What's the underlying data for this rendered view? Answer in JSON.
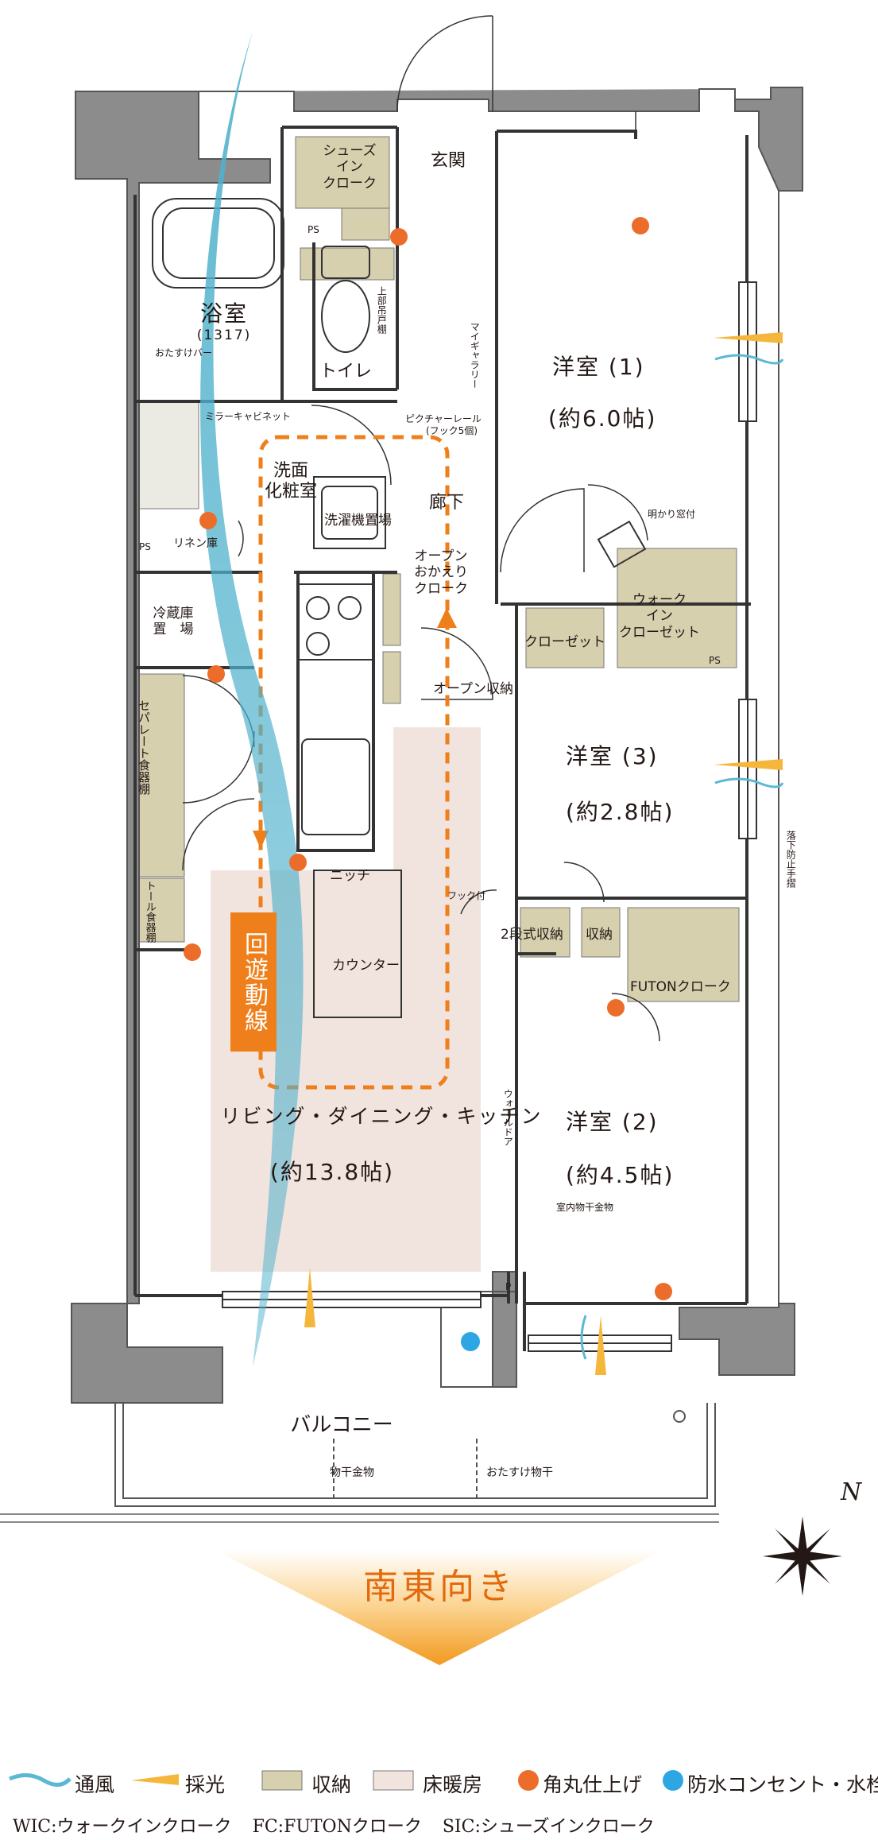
{
  "rooms": {
    "bath": {
      "name": "浴室",
      "size": "(1317)"
    },
    "toilet": "トイレ",
    "entrance": "玄関",
    "sic": [
      "シューズ",
      "イン",
      "クローク"
    ],
    "washroom": [
      "洗面",
      "化粧室"
    ],
    "laundry": "洗濯機置場",
    "hallway": "廊下",
    "ldk": {
      "name": "リビング・ダイニング・キッチン",
      "size": "(約13.8帖)"
    },
    "room1": {
      "name": "洋室 (1)",
      "size": "(約6.0帖)"
    },
    "room2": {
      "name": "洋室 (2)",
      "size": "(約4.5帖)"
    },
    "room3": {
      "name": "洋室 (3)",
      "size": "(約2.8帖)"
    },
    "balcony": "バルコニー",
    "wic": [
      "ウォーク",
      "イン",
      "クローゼット"
    ],
    "closet": "クローゼット",
    "futon": "FUTONクローク",
    "open_okaeri": [
      "オープン",
      "おかえり",
      "クローク"
    ],
    "open_storage": "オープン収納",
    "fridge": [
      "冷蔵庫",
      "置　場"
    ],
    "counter": "カウンター",
    "niche": "ニッチ",
    "two_step": "2段式収納",
    "storage": "収納",
    "linen": "リネン庫"
  },
  "annotations": {
    "ps1": "PS",
    "ps2": "PS",
    "ps3": "PS",
    "p": "P",
    "otasuke_bar": "おたすけバー",
    "mirror_cabinet": "ミラーキャビネット",
    "upper_shelf": "上部吊戸棚",
    "my_gallery": "マイギャラリー",
    "picture_rail": "ピクチャーレール",
    "hooks": "(フック5個)",
    "light_shelf": "明かり窓付",
    "fall_prevention": "落下防止手摺",
    "hook": "フック付",
    "wall_door": "ウォールドア",
    "indoor_dryer": "室内物干金物",
    "separate_shelf": "セパレート食器棚",
    "tall_shelf": "トール食器棚",
    "dryer_hardware": "物干金物",
    "otasuke_dryer": "おたすけ物干"
  },
  "circulation_label": "回遊動線",
  "direction_label": "南東向き",
  "north_label": "N",
  "legend": [
    {
      "label": "通風",
      "icon": "wave-icon",
      "color": "#5bb8d4"
    },
    {
      "label": "採光",
      "icon": "light-icon",
      "color": "#f4b73c"
    },
    {
      "label": "収納",
      "icon": "storage-swatch",
      "color": "#d6d0ae"
    },
    {
      "label": "床暖房",
      "icon": "floor-heating-swatch",
      "color": "#f1e4de"
    },
    {
      "label": "角丸仕上げ",
      "icon": "round-corner-dot",
      "color": "#ec6c2a"
    },
    {
      "label": "防水コンセント・水栓",
      "icon": "waterproof-dot",
      "color": "#2ea6e3"
    }
  ],
  "abbreviations": [
    "WIC:ウォークインクローク",
    "FC:FUTONクローク",
    "SIC:シューズインクローク"
  ]
}
